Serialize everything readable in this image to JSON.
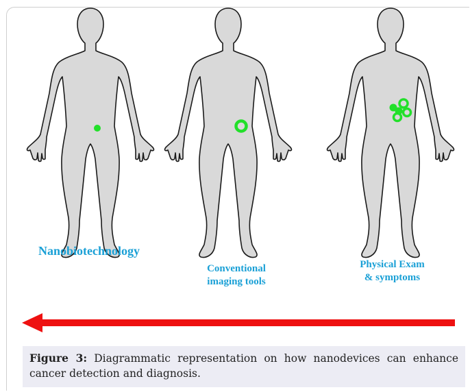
{
  "figure": {
    "panels": [
      {
        "label_lines": [
          "Nanobiotechnology"
        ]
      },
      {
        "label_lines": [
          "Conventional",
          "imaging tools"
        ]
      },
      {
        "label_lines": [
          "Physical Exam",
          "& symptoms"
        ]
      }
    ],
    "colors": {
      "body_fill": "#d9d9d9",
      "body_stroke": "#1a1a1a",
      "tumor": "#22e02a",
      "label": "#1aa0d6",
      "arrow": "#ee1111",
      "caption_bg": "#ececf4"
    },
    "arrow_direction": "left"
  },
  "caption": {
    "label": "Figure 3:",
    "text": "Diagrammatic representation on how nanodevices can enhance cancer detection and diagnosis."
  }
}
